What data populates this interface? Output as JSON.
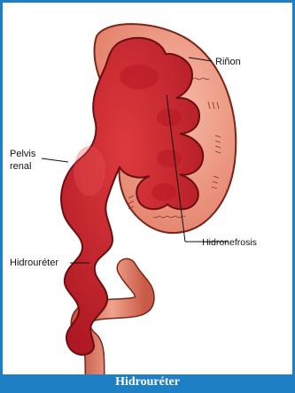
{
  "labels": {
    "rinon": "Riñon",
    "pelvis_line1": "Pelvis",
    "pelvis_line2": "renal",
    "hidronefrosis": "Hidronefrosis",
    "hidroureter": "Hidrouréter"
  },
  "caption": "Hidrouréter",
  "colors": {
    "frame": "#1f7fc4",
    "cortex": "#e8907a",
    "cortex_outline": "#7a2418",
    "dilated_pelvis": "#c8202a",
    "ureter_normal": "#e48a72"
  }
}
